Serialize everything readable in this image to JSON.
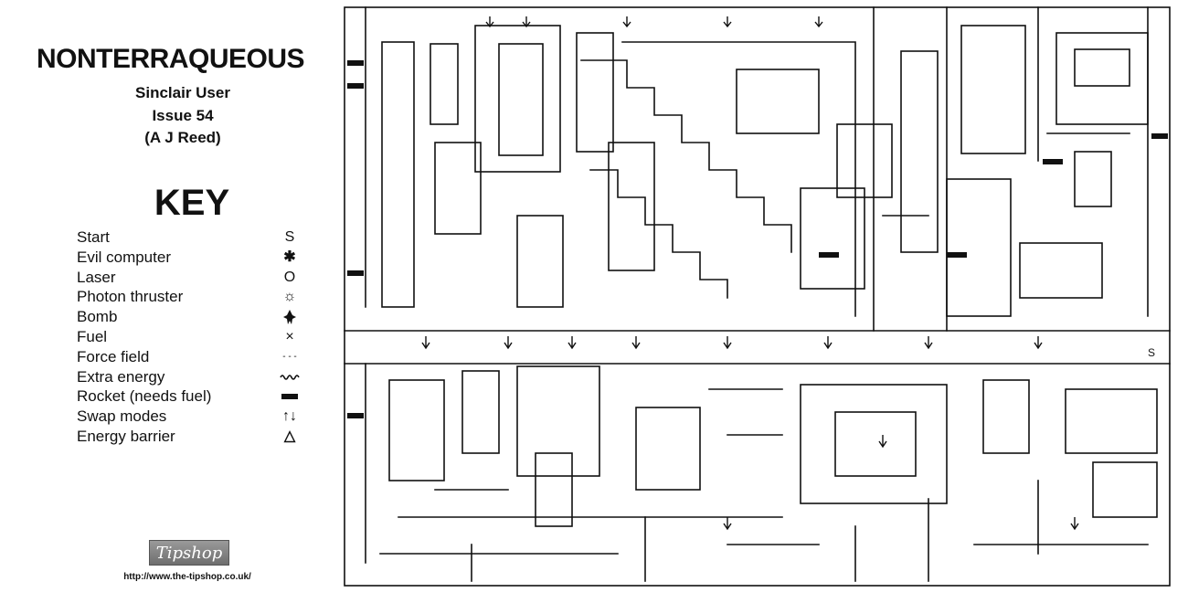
{
  "header": {
    "title": "NONTERRAQUEOUS",
    "magazine": "Sinclair User",
    "issue": "Issue 54",
    "author": "(A J Reed)"
  },
  "key": {
    "title": "KEY",
    "items": [
      {
        "label": "Start",
        "symbol": "S",
        "icon": "start-icon"
      },
      {
        "label": "Evil computer",
        "symbol": "✱",
        "icon": "evil-computer-icon"
      },
      {
        "label": "Laser",
        "symbol": "O",
        "icon": "laser-icon"
      },
      {
        "label": "Photon thruster",
        "symbol": "☼",
        "icon": "photon-thruster-icon"
      },
      {
        "label": "Bomb",
        "symbol": "",
        "icon": "bomb-icon"
      },
      {
        "label": "Fuel",
        "symbol": "×",
        "icon": "fuel-icon"
      },
      {
        "label": "Force field",
        "symbol": "- - -",
        "icon": "force-field-icon"
      },
      {
        "label": "Extra energy",
        "symbol": "",
        "icon": "extra-energy-icon"
      },
      {
        "label": "Rocket (needs fuel)",
        "symbol": "",
        "icon": "rocket-icon"
      },
      {
        "label": "Swap modes",
        "symbol": "↑↓",
        "icon": "swap-modes-icon"
      },
      {
        "label": "Energy barrier",
        "symbol": "△",
        "icon": "energy-barrier-icon"
      }
    ]
  },
  "footer": {
    "logo": "Tipshop",
    "url": "http://www.the-tipshop.co.uk/"
  },
  "map": {
    "start_marker": "S",
    "ink_color": "#111111"
  }
}
